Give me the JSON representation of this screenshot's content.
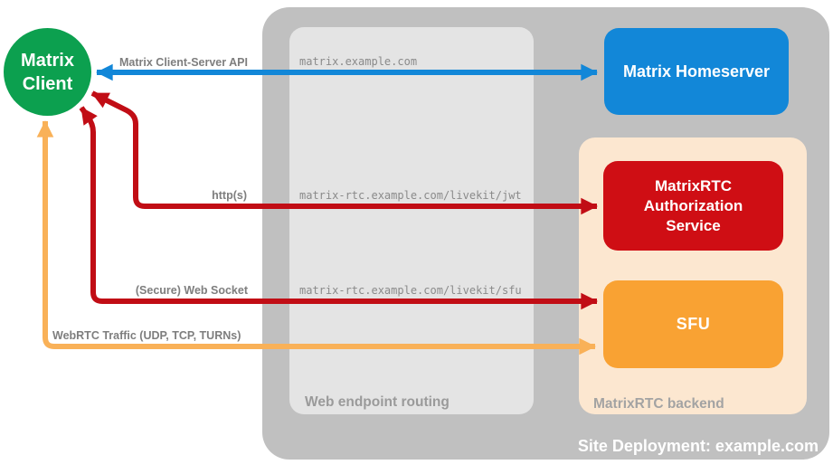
{
  "colors": {
    "client_green": "#0ca04f",
    "homeserver_blue": "#1287d8",
    "service_red": "#cf0e14",
    "arrow_red": "#c10d15",
    "sfu_orange": "#f9a233",
    "webrtc_arrow_orange": "#f9b158",
    "container_gray": "#c0c0c0",
    "routing_gray": "#e4e4e4",
    "backend_peach": "#fce7d0",
    "label_gray": "#7e7e7e"
  },
  "nodes": {
    "client": {
      "label": "Matrix\nClient"
    },
    "homeserver": {
      "label": "Matrix Homeserver"
    },
    "auth_service": {
      "label": "MatrixRTC\nAuthorization\nService"
    },
    "sfu": {
      "label": "SFU"
    }
  },
  "containers": {
    "site_deployment": {
      "label": "Site Deployment: example.com"
    },
    "web_endpoint_routing": {
      "label": "Web endpoint routing"
    },
    "matrixrtc_backend": {
      "label": "MatrixRTC backend"
    }
  },
  "connections": {
    "client_server_api": {
      "label": "Matrix Client-Server API",
      "route": "matrix.example.com"
    },
    "http": {
      "label": "http(s)",
      "route": "matrix-rtc.example.com/livekit/jwt"
    },
    "websocket": {
      "label": "(Secure) Web Socket",
      "route": "matrix-rtc.example.com/livekit/sfu"
    },
    "webrtc": {
      "label": "WebRTC Traffic (UDP, TCP, TURNs)"
    }
  }
}
